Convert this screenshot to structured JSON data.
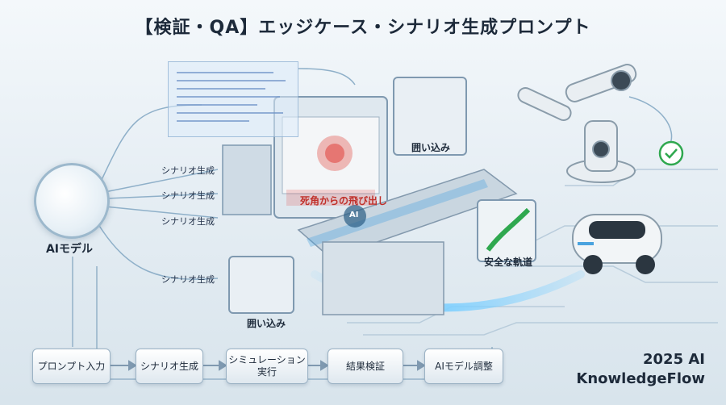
{
  "title": "【検証・QA】エッジケース・シナリオ生成プロンプト",
  "ai_model_label": "AIモデル",
  "branch_labels": [
    "シナリオ生成",
    "シナリオ生成",
    "シナリオ生成",
    "シナリオ生成"
  ],
  "screens": {
    "blindspot_caption": "死角からの飛び出し",
    "crowd_top_caption": "囲い込み",
    "crowd_bottom_caption": "囲い込み",
    "safe_path_caption": "安全な軌道",
    "console_ai_label": "AI"
  },
  "flow_steps": [
    "プロンプト入力",
    "シナリオ生成",
    "シミュレーション\n実行",
    "結果検証",
    "AIモデル調整"
  ],
  "brand": {
    "line1": "2025 AI",
    "line2": "KnowledgeFlow"
  },
  "colors": {
    "accent_blue": "#4aa3df",
    "glow": "#7fd0ff",
    "alert_red": "#e0413a",
    "check_green": "#2fa84f"
  }
}
